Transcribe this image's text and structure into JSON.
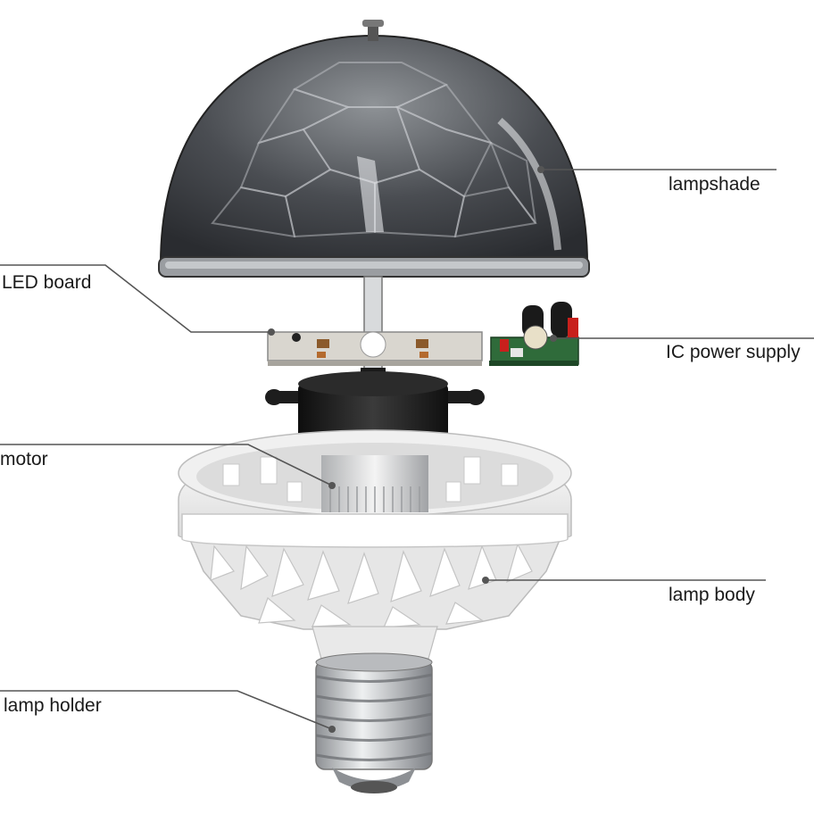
{
  "labels": {
    "lampshade": "lampshade",
    "led_board": "LED board",
    "ic_power_supply": "IC power supply",
    "motor": "motor",
    "lamp_body": "lamp body",
    "lamp_holder": "lamp holder"
  },
  "colors": {
    "background": "#ffffff",
    "leader_line": "#555555",
    "label_text": "#1a1a1a",
    "dome_dark": "#3a3c40",
    "dome_light": "#d7dadd",
    "board_silver": "#d9d6cf",
    "pcb_green": "#2f6b3a",
    "motor_black": "#1d1d1d",
    "body_white": "#f2f2f2",
    "holder_silver": "#c9cbcd"
  }
}
